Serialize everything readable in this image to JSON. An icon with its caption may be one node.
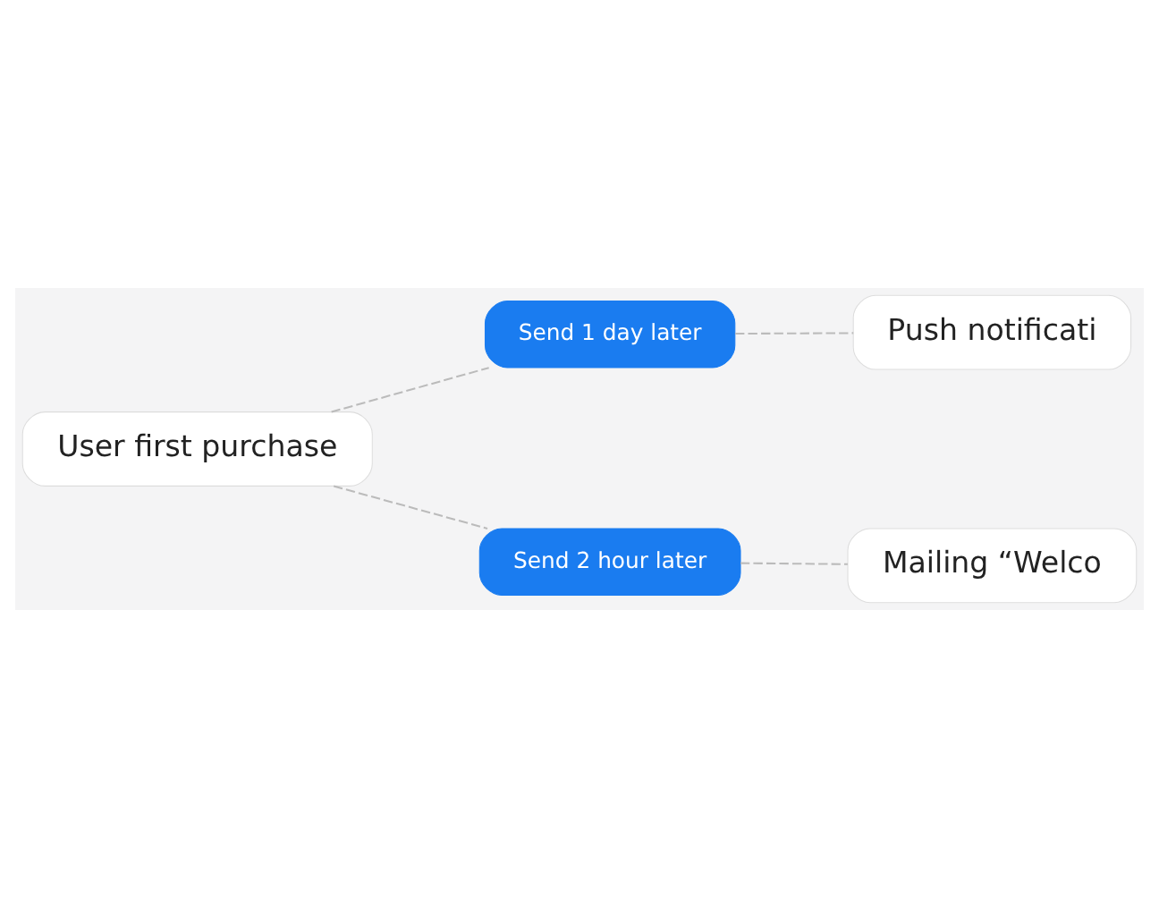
{
  "diagram": {
    "nodes": [
      {
        "text": [
          "User first purchase"
        ]
      },
      {
        "text": [
          "Send 1 day later"
        ]
      },
      {
        "text": [
          "Send 2 hour later"
        ]
      },
      {
        "text": [
          "Push notificati"
        ]
      },
      {
        "text": [
          "Mailing “Welco"
        ]
      }
    ],
    "edges": [
      {
        "from": 0,
        "to": 1,
        "arrow": "none",
        "style": "dashed"
      },
      {
        "from": 0,
        "to": 2,
        "arrow": "none",
        "style": "dashed"
      },
      {
        "from": 1,
        "to": 3,
        "arrow": "none",
        "style": "dashed"
      },
      {
        "from": 2,
        "to": 4,
        "arrow": "none",
        "style": "dashed"
      }
    ]
  }
}
